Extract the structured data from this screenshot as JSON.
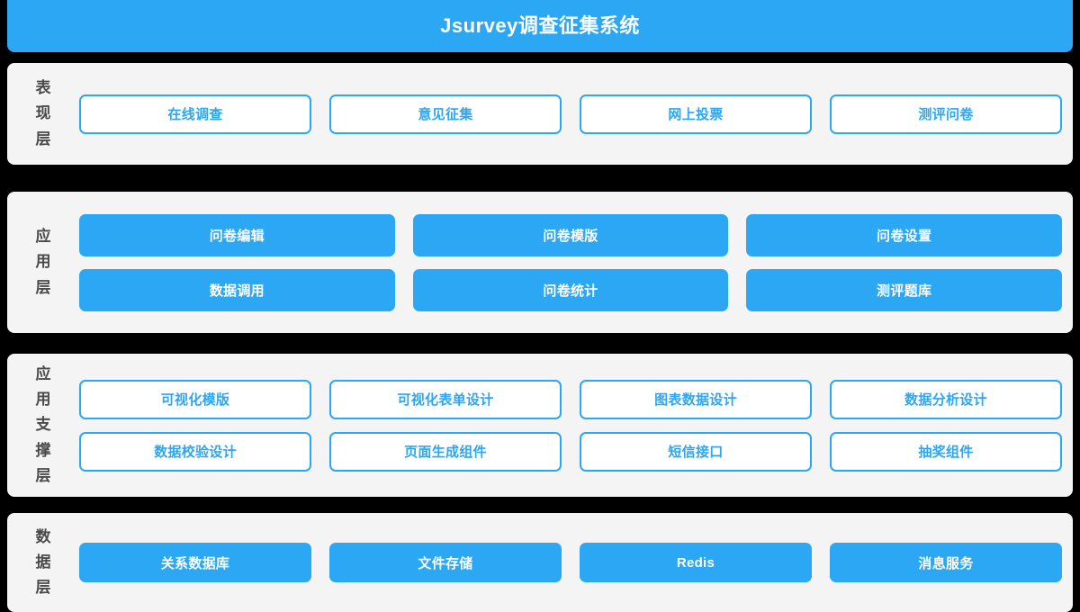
{
  "header": {
    "title": "Jsurvey调查征集系统",
    "background_color": "#2BA7F3",
    "text_color": "#ffffff"
  },
  "theme": {
    "accent": "#2BA7F3",
    "panel_background": "#f4f4f4",
    "page_background": "#000000",
    "label_color": "#4a4a4a"
  },
  "layers": [
    {
      "name": "presentation-layer",
      "label": "表现层",
      "label_chars": [
        "表",
        "现",
        "层"
      ],
      "columns": 4,
      "card_style": "outline",
      "cards": [
        {
          "label": "在线调查"
        },
        {
          "label": "意见征集"
        },
        {
          "label": "网上投票"
        },
        {
          "label": "测评问卷"
        }
      ]
    },
    {
      "name": "application-layer",
      "label": "应用层",
      "label_chars": [
        "应",
        "用",
        "层"
      ],
      "columns": 3,
      "card_style": "filled",
      "cards": [
        {
          "label": "问卷编辑"
        },
        {
          "label": "问卷模版"
        },
        {
          "label": "问卷设置"
        },
        {
          "label": "数据调用"
        },
        {
          "label": "问卷统计"
        },
        {
          "label": "测评题库"
        }
      ]
    },
    {
      "name": "application-support-layer",
      "label": "应用支撑层",
      "label_chars": [
        "应",
        "用",
        "支",
        "撑",
        "层"
      ],
      "columns": 4,
      "card_style": "outline",
      "cards": [
        {
          "label": "可视化模版"
        },
        {
          "label": "可视化表单设计"
        },
        {
          "label": "图表数据设计"
        },
        {
          "label": "数据分析设计"
        },
        {
          "label": "数据校验设计"
        },
        {
          "label": "页面生成组件"
        },
        {
          "label": "短信接口"
        },
        {
          "label": "抽奖组件"
        }
      ]
    },
    {
      "name": "data-layer",
      "label": "数据层",
      "label_chars": [
        "数",
        "据",
        "层"
      ],
      "columns": 4,
      "card_style": "filled",
      "cards": [
        {
          "label": "关系数据库"
        },
        {
          "label": "文件存储"
        },
        {
          "label": "Redis"
        },
        {
          "label": "消息服务"
        }
      ]
    }
  ]
}
